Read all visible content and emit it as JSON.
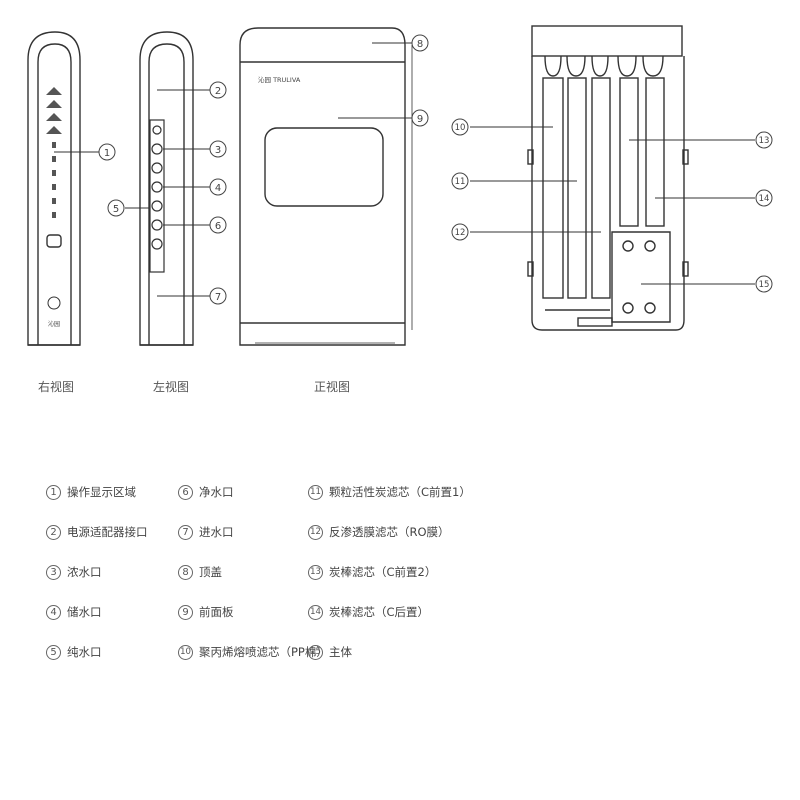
{
  "views": {
    "right": "右视图",
    "left": "左视图",
    "front": "正视图"
  },
  "callouts": [
    "1",
    "2",
    "3",
    "4",
    "5",
    "6",
    "7",
    "8",
    "9",
    "10",
    "11",
    "12",
    "13",
    "14",
    "15"
  ],
  "front_logo": "沁园 TRULIVA",
  "side_logo": "沁园",
  "legend": [
    {
      "num": "1",
      "text": "操作显示区域"
    },
    {
      "num": "2",
      "text": "电源适配器接口"
    },
    {
      "num": "3",
      "text": "浓水口"
    },
    {
      "num": "4",
      "text": "储水口"
    },
    {
      "num": "5",
      "text": "纯水口"
    },
    {
      "num": "6",
      "text": "净水口"
    },
    {
      "num": "7",
      "text": "进水口"
    },
    {
      "num": "8",
      "text": "顶盖"
    },
    {
      "num": "9",
      "text": "前面板"
    },
    {
      "num": "10",
      "text": "聚丙烯熔喷滤芯（PP棉）"
    },
    {
      "num": "11",
      "text": "颗粒活性炭滤芯（C前置1）"
    },
    {
      "num": "12",
      "text": "反渗透膜滤芯（RO膜）"
    },
    {
      "num": "13",
      "text": "炭棒滤芯（C前置2）"
    },
    {
      "num": "14",
      "text": "炭棒滤芯（C后置）"
    },
    {
      "num": "15",
      "text": "主体"
    }
  ]
}
